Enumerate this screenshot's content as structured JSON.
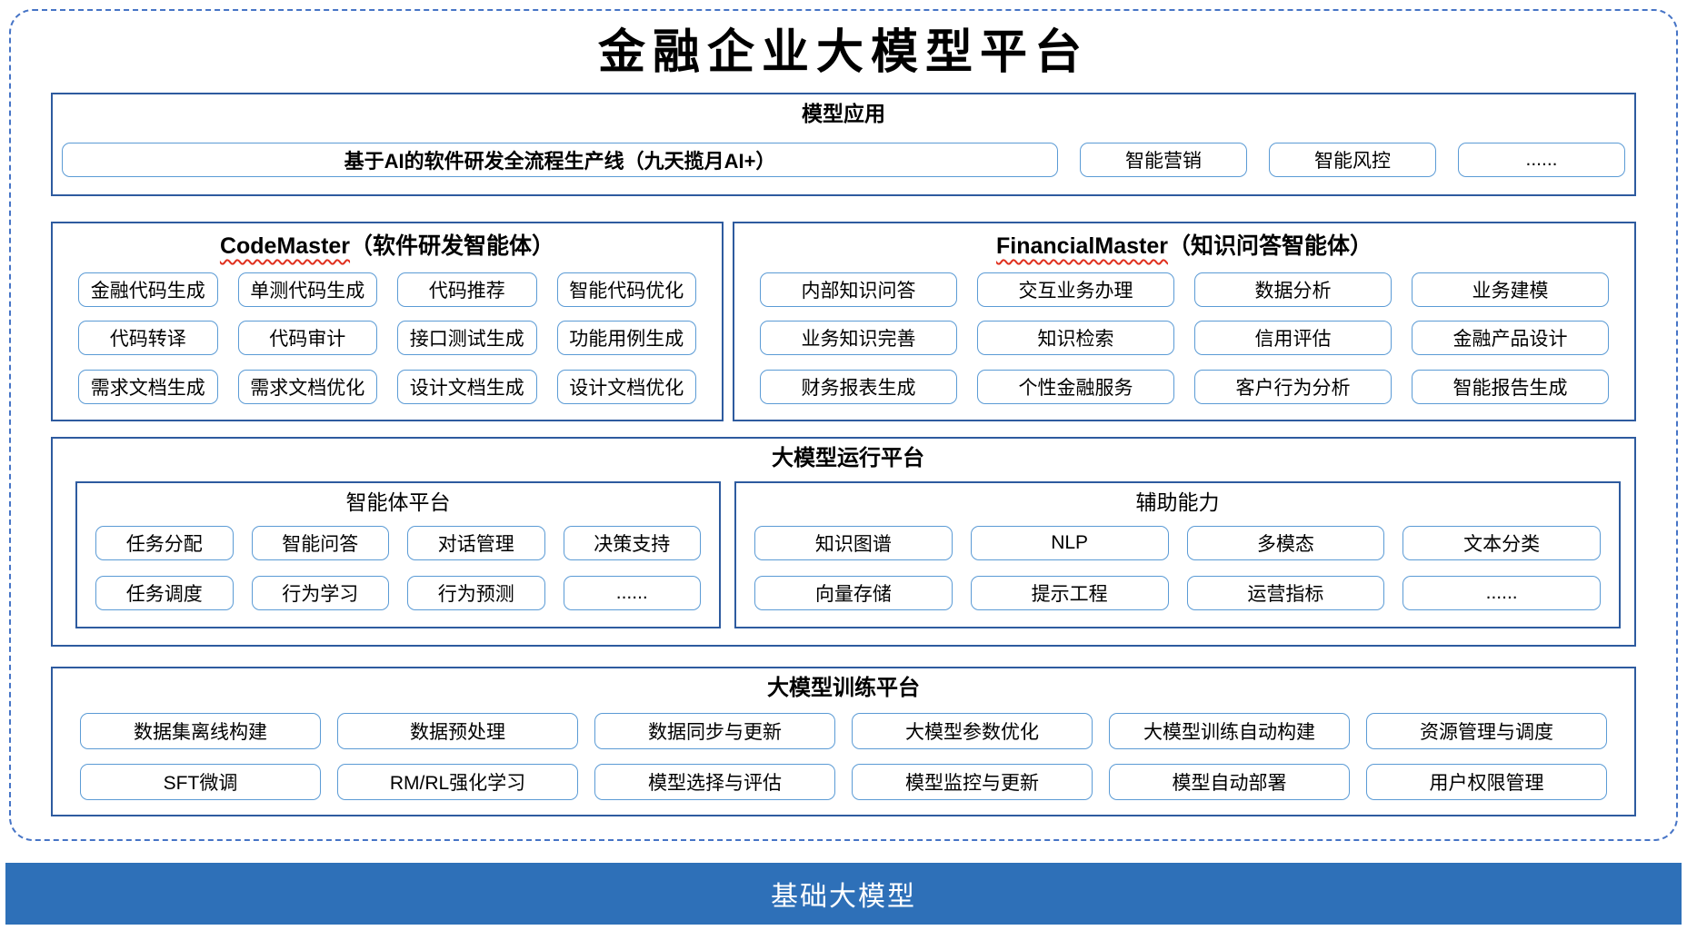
{
  "title": "金融企业大模型平台",
  "colors": {
    "outer_dashed_border": "#4674C6",
    "section_border": "#2E5B9F",
    "pill_border": "#5B9BD5",
    "base_bar_bg": "#2E70B8",
    "spellcheck_squiggle": "#E0301E"
  },
  "model_apps": {
    "header": "模型应用",
    "main_pill": "基于AI的软件研发全流程生产线（九天揽月AI+）",
    "pills": [
      "智能营销",
      "智能风控",
      "......"
    ]
  },
  "agents": [
    {
      "name_en": "CodeMaster",
      "name_zh": "（软件研发智能体）",
      "pills": [
        "金融代码生成",
        "单测代码生成",
        "代码推荐",
        "智能代码优化",
        "代码转译",
        "代码审计",
        "接口测试生成",
        "功能用例生成",
        "需求文档生成",
        "需求文档优化",
        "设计文档生成",
        "设计文档优化"
      ]
    },
    {
      "name_en": "FinancialMaster",
      "name_zh": "（知识问答智能体）",
      "pills": [
        "内部知识问答",
        "交互业务办理",
        "数据分析",
        "业务建模",
        "业务知识完善",
        "知识检索",
        "信用评估",
        "金融产品设计",
        "财务报表生成",
        "个性金融服务",
        "客户行为分析",
        "智能报告生成"
      ]
    }
  ],
  "runtime_platform": {
    "header": "大模型运行平台",
    "subpanels": [
      {
        "title": "智能体平台",
        "pills": [
          "任务分配",
          "智能问答",
          "对话管理",
          "决策支持",
          "任务调度",
          "行为学习",
          "行为预测",
          "......"
        ]
      },
      {
        "title": "辅助能力",
        "pills": [
          "知识图谱",
          "NLP",
          "多模态",
          "文本分类",
          "向量存储",
          "提示工程",
          "运营指标",
          "......"
        ]
      }
    ]
  },
  "training_platform": {
    "header": "大模型训练平台",
    "pills": [
      "数据集离线构建",
      "数据预处理",
      "数据同步与更新",
      "大模型参数优化",
      "大模型训练自动构建",
      "资源管理与调度",
      "SFT微调",
      "RM/RL强化学习",
      "模型选择与评估",
      "模型监控与更新",
      "模型自动部署",
      "用户权限管理"
    ]
  },
  "base_bar": {
    "label": "基础大模型"
  }
}
